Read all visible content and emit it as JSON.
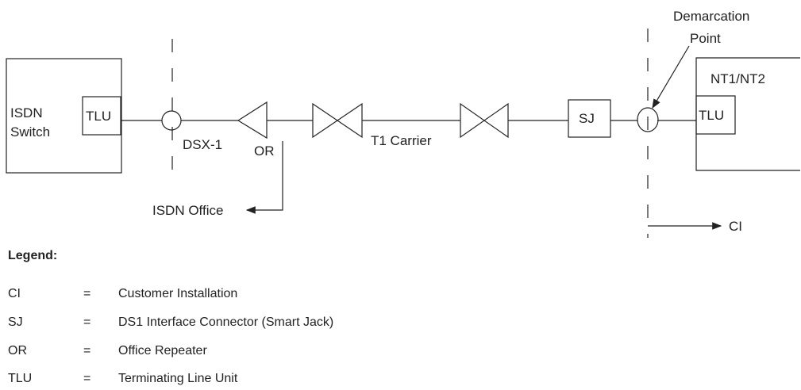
{
  "diagram": {
    "labels": {
      "demarcation_line1": "Demarcation",
      "demarcation_line2": "Point",
      "nt": "NT1/NT2",
      "isdn_switch_line1": "ISDN",
      "isdn_switch_line2": "Switch",
      "tlu_left": "TLU",
      "tlu_right": "TLU",
      "dsx": "DSX-1",
      "or": "OR",
      "t1": "T1 Carrier",
      "sj": "SJ",
      "isdn_office": "ISDN Office",
      "ci": "CI"
    }
  },
  "legend": {
    "title": "Legend:",
    "rows": [
      {
        "abbr": "CI",
        "eq": "=",
        "desc": "Customer Installation"
      },
      {
        "abbr": "SJ",
        "eq": "=",
        "desc": "DS1 Interface Connector (Smart Jack)"
      },
      {
        "abbr": "OR",
        "eq": "=",
        "desc": "Office Repeater"
      },
      {
        "abbr": "TLU",
        "eq": "=",
        "desc": "Terminating Line Unit"
      }
    ]
  }
}
